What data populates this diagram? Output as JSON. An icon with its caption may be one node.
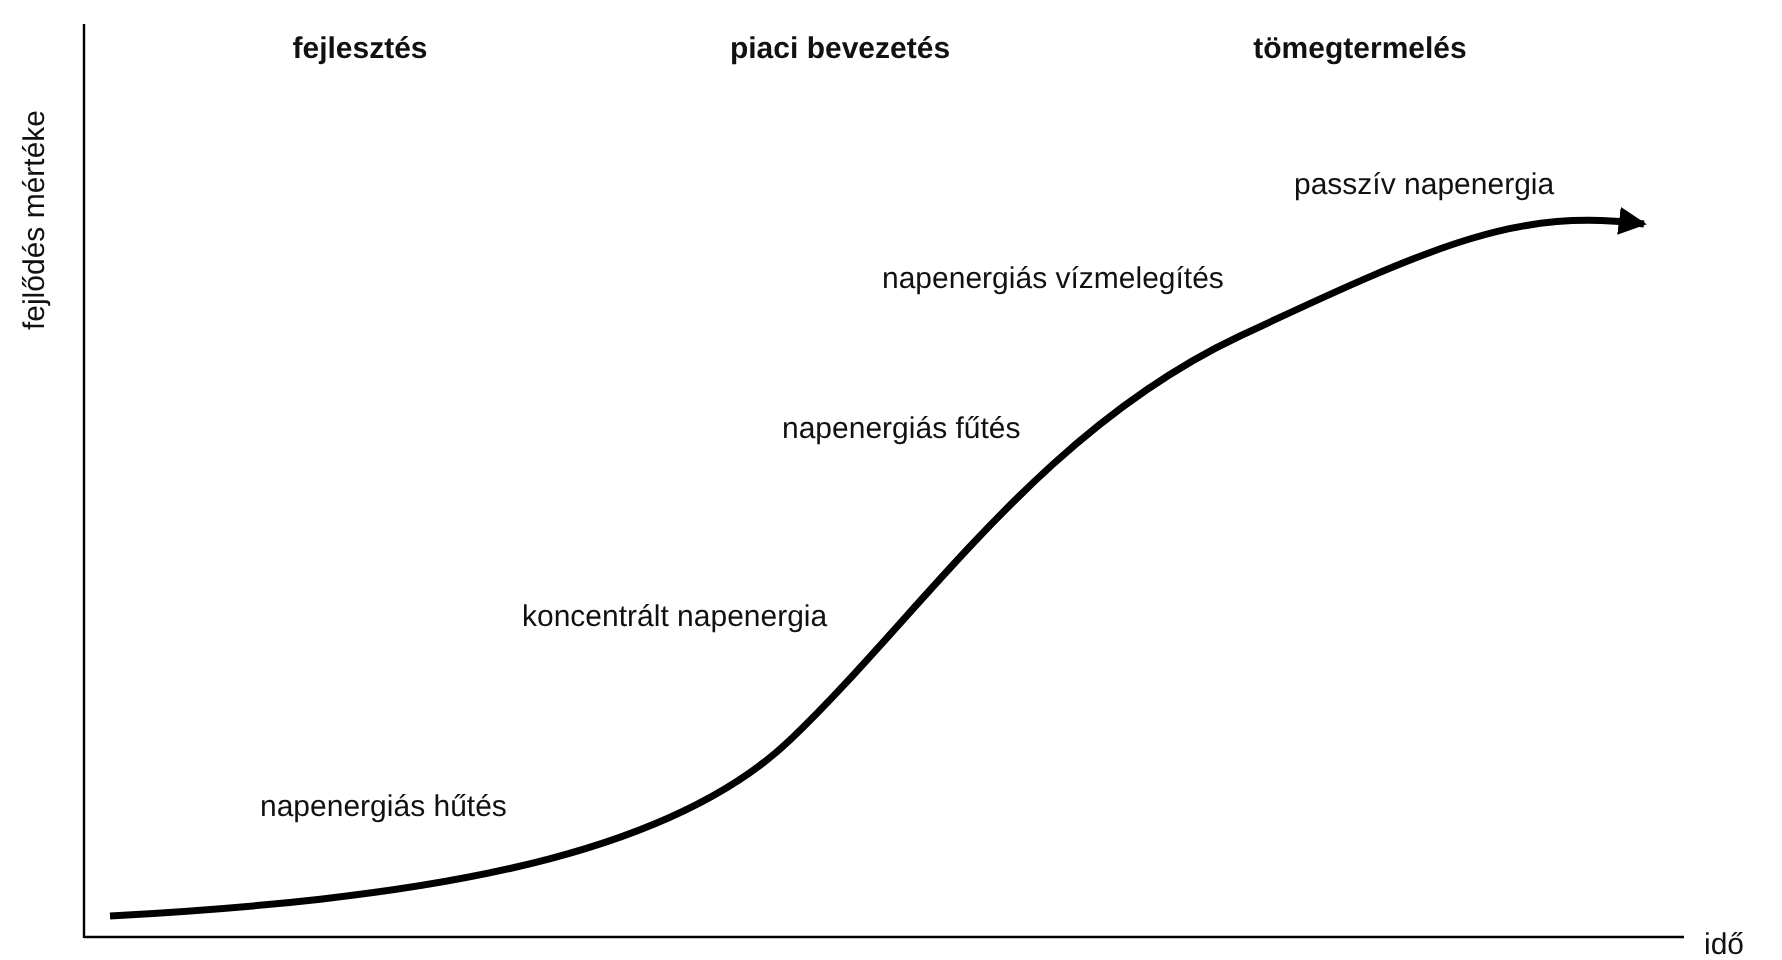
{
  "diagram": {
    "labels": [
      "fejlesztés",
      "piaci bevezetés",
      "tömegtermelés",
      "fejlődés mértéke",
      "passzív napenergia",
      "napenergiás vízmelegítés",
      "napenergiás fűtés",
      "koncentrált napenergia",
      "napenergiás hűtés",
      "idő"
    ]
  }
}
